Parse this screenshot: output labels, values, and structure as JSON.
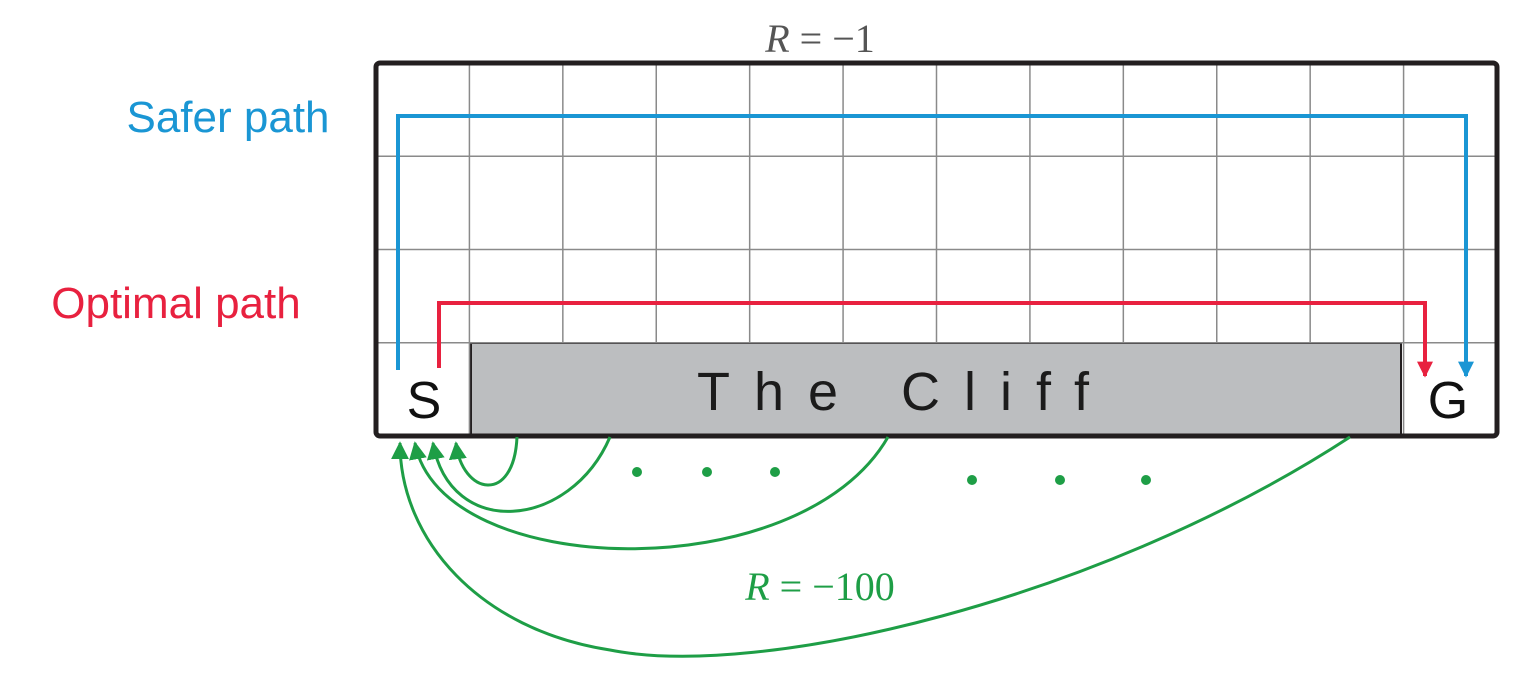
{
  "reward_step": {
    "symbol": "R",
    "rest": " = −1"
  },
  "reward_cliff": {
    "symbol": "R",
    "rest": " = −100"
  },
  "labels": {
    "safer_path": "Safer path",
    "optimal_path": "Optimal path",
    "start": "S",
    "goal": "G",
    "cliff": "The Cliff"
  },
  "grid": {
    "rows": 4,
    "cols": 12
  },
  "colors": {
    "safer": "#1a96d4",
    "optimal": "#e8213f",
    "cliff_return": "#1e9e46",
    "cliff_fill": "#bcbec0",
    "grid_line": "#8a8a8a",
    "border": "#231f20"
  }
}
